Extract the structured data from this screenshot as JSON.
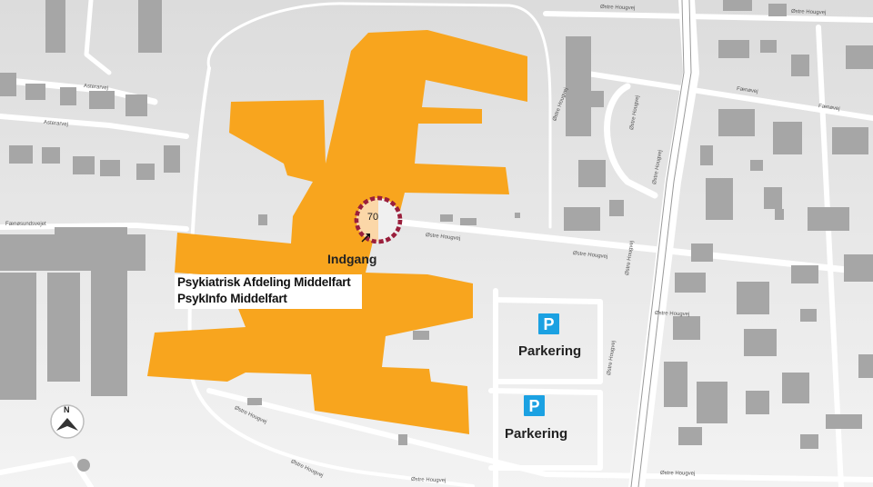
{
  "map": {
    "colors": {
      "building_highlight": "#f8a51e",
      "building_other": "#a6a6a6",
      "road": "#ffffff",
      "marker_ring": "#9a1f3c",
      "parking_badge": "#1ba1e2"
    },
    "marker": {
      "number": "70",
      "icon": "dashed-circle-marker-icon"
    },
    "entrance_label": "Indgang",
    "building_label": {
      "line1": "Psykiatrisk Afdeling Middelfart",
      "line2": "PsykInfo Middelfart"
    },
    "parking": [
      {
        "symbol": "P",
        "label": "Parkering"
      },
      {
        "symbol": "P",
        "label": "Parkering"
      }
    ],
    "compass": {
      "label": "N",
      "icon": "north-arrow-icon"
    },
    "streets": [
      "Østre Hougvej",
      "Østre Hougvej",
      "Østre Hougvej",
      "Østre Hougvej",
      "Østre Hougvej",
      "Østre Hougvej",
      "Østre Hougvej",
      "Østre Hougvej",
      "Østre Hougvej",
      "Østre Hougvej",
      "Østre Hougvej",
      "Østre Hougvej",
      "Østre Hougvej",
      "Østre Hougvej",
      "Asterarvej",
      "Asterarvej",
      "Fænøvej",
      "Fænøvej",
      "Fænøsundsvejet"
    ]
  }
}
